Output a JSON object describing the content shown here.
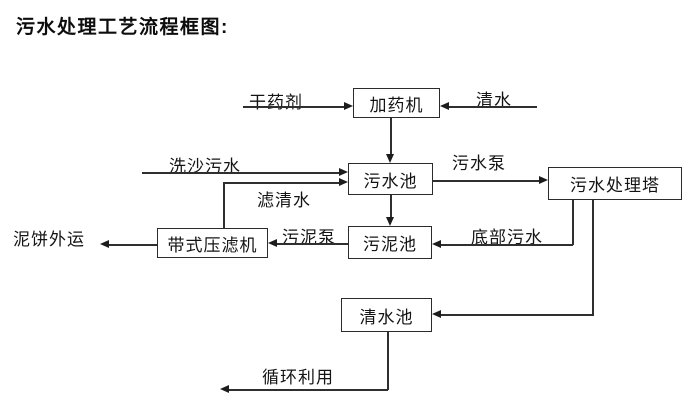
{
  "title": "污水处理工艺流程框图:",
  "diagram": {
    "type": "flowchart",
    "nodes": {
      "dosing_machine": "加药机",
      "sewage_pool": "污水池",
      "treatment_tower": "污水处理塔",
      "sludge_pool": "污泥池",
      "belt_filter_press": "带式压滤机",
      "clean_water_pool": "清水池"
    },
    "flows": [
      {
        "label": "干药剂",
        "from": "external",
        "to": "dosing_machine"
      },
      {
        "label": "清水",
        "from": "external",
        "to": "dosing_machine"
      },
      {
        "label": "",
        "from": "dosing_machine",
        "to": "sewage_pool"
      },
      {
        "label": "洗沙污水",
        "from": "external",
        "to": "sewage_pool"
      },
      {
        "label": "滤清水",
        "from": "belt_filter_press",
        "to": "sewage_pool"
      },
      {
        "label": "污水泵",
        "from": "sewage_pool",
        "to": "treatment_tower"
      },
      {
        "label": "",
        "from": "sewage_pool",
        "to": "sludge_pool"
      },
      {
        "label": "底部污水",
        "from": "treatment_tower",
        "to": "sludge_pool"
      },
      {
        "label": "污泥泵",
        "from": "sludge_pool",
        "to": "belt_filter_press"
      },
      {
        "label": "泥饼外运",
        "from": "belt_filter_press",
        "to": "external"
      },
      {
        "label": "",
        "from": "treatment_tower",
        "to": "clean_water_pool"
      },
      {
        "label": "循环利用",
        "from": "clean_water_pool",
        "to": "external"
      }
    ],
    "colors": {
      "background": "#ffffff",
      "line": "#2f2f2f",
      "box_border": "#2b2b2b",
      "text": "#141414"
    }
  }
}
